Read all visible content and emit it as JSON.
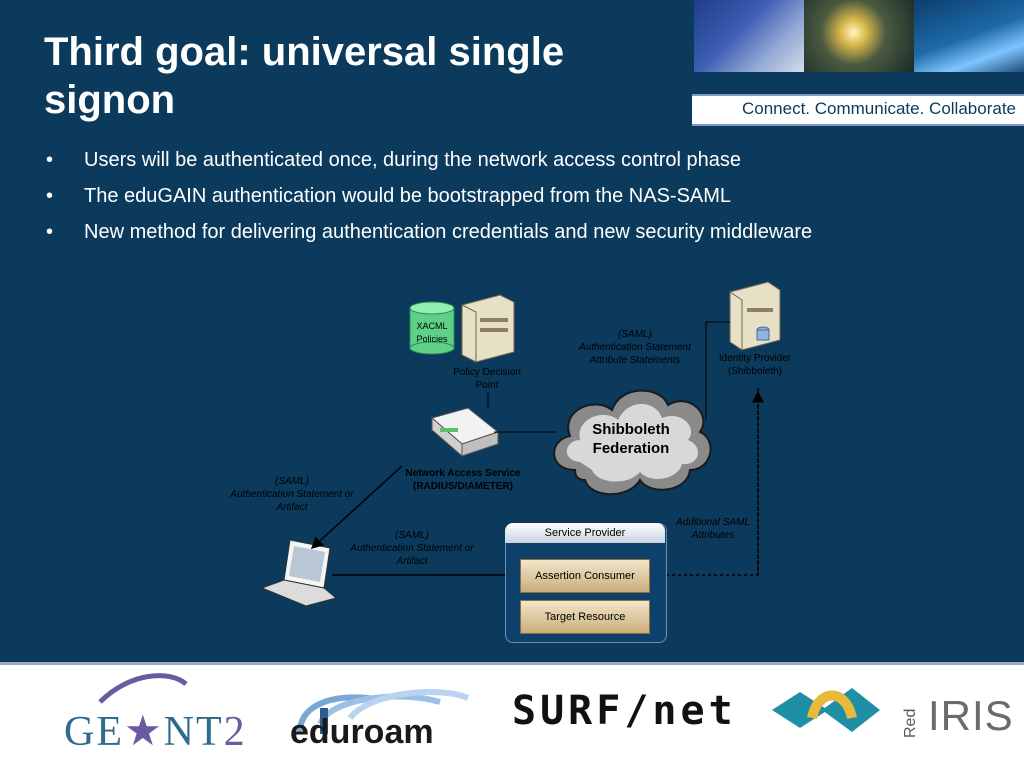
{
  "slide": {
    "title": "Third goal: universal single signon",
    "tagline": "Connect. Communicate. Collaborate",
    "bullet_char": "•",
    "bullets": [
      "Users will be authenticated once, during the network access control phase",
      "The eduGAIN authentication would be bootstrapped from the NAS-SAML",
      "New method for delivering authentication credentials and new security middleware"
    ]
  },
  "diagram": {
    "xacml_line1": "XACML",
    "xacml_line2": "Policies",
    "pdp_line1": "Policy Decision",
    "pdp_line2": "Point",
    "saml_top_line1": "(SAML)",
    "saml_top_line2": "Authentication Statement",
    "saml_top_line3": "Attribute Statements",
    "idp_line1": "Identity Provider",
    "idp_line2": "(Shibboleth)",
    "federation_line1": "Shibboleth",
    "federation_line2": "Federation",
    "nas_line1": "Network Access Service",
    "nas_line2": "(RADIUS/DIAMETER)",
    "saml_left_line1": "(SAML)",
    "saml_left_line2": "Authentication Statement or",
    "saml_left_line3": "Artifact",
    "saml_mid_line1": "(SAML)",
    "saml_mid_line2": "Authentication Statement or",
    "saml_mid_line3": "Artifact",
    "additional_line1": "Additional SAML",
    "additional_line2": "Attributes",
    "sp_title": "Service Provider",
    "assertion_consumer": "Assertion Consumer",
    "target_resource": "Target Resource"
  },
  "logos": {
    "geant_main": "GE",
    "geant_star": "★",
    "geant_tail": "NT",
    "geant_num": "2",
    "eduroam": "eduroam",
    "surfnet": "SURF/net",
    "rediris_red": "Red",
    "rediris_iris": "IRIS"
  },
  "colors": {
    "slide_bg": "#0b3a5c",
    "accent": "#7d97c9"
  }
}
